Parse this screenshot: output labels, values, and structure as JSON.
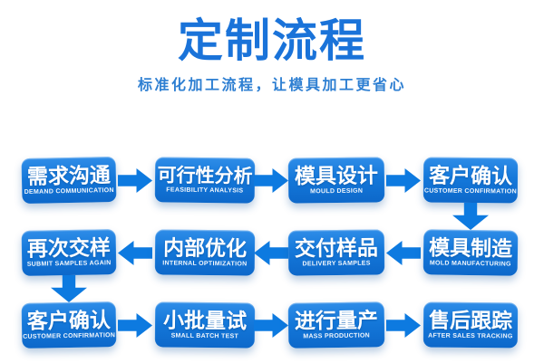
{
  "header": {
    "title": "定制流程",
    "subtitle": "标准化加工流程，让模具加工更省心"
  },
  "colors": {
    "title_blue": "#1a73d9",
    "subtitle_blue": "#2e7fd2",
    "box_gradient_top": "#2f8de8",
    "box_gradient_bottom": "#0d68ca",
    "arrow_blue": "#0d7ae0",
    "text_white": "#ffffff"
  },
  "flow": {
    "rows": [
      {
        "arrow_direction": "right",
        "steps": [
          {
            "zh": "需求沟通",
            "en": "DEMAND COMMUNICATION"
          },
          {
            "zh": "可行性分析",
            "en": "FEASIBILITY ANALYSIS"
          },
          {
            "zh": "模具设计",
            "en": "MOULD DESIGN"
          },
          {
            "zh": "客户确认",
            "en": "CUSTOMER CONFIRMATION"
          }
        ]
      },
      {
        "arrow_direction": "left",
        "steps": [
          {
            "zh": "再次交样",
            "en": "SUBMIT SAMPLES AGAIN"
          },
          {
            "zh": "内部优化",
            "en": "INTERNAL OPTIMIZATION"
          },
          {
            "zh": "交付样品",
            "en": "DELIVERY SAMPLES"
          },
          {
            "zh": "模具制造",
            "en": "MOLD MANUFACTURING"
          }
        ]
      },
      {
        "arrow_direction": "right",
        "steps": [
          {
            "zh": "客户确认",
            "en": "CUSTOMER CONFIRMATION"
          },
          {
            "zh": "小批量试",
            "en": "SMALL BATCH TEST"
          },
          {
            "zh": "进行量产",
            "en": "MASS PRODUCTION"
          },
          {
            "zh": "售后跟踪",
            "en": "AFTER SALES TRACKING"
          }
        ]
      }
    ],
    "vertical_connectors": [
      {
        "side": "right",
        "between": "row1-row2",
        "direction": "down"
      },
      {
        "side": "left",
        "between": "row2-row3",
        "direction": "down"
      }
    ]
  }
}
